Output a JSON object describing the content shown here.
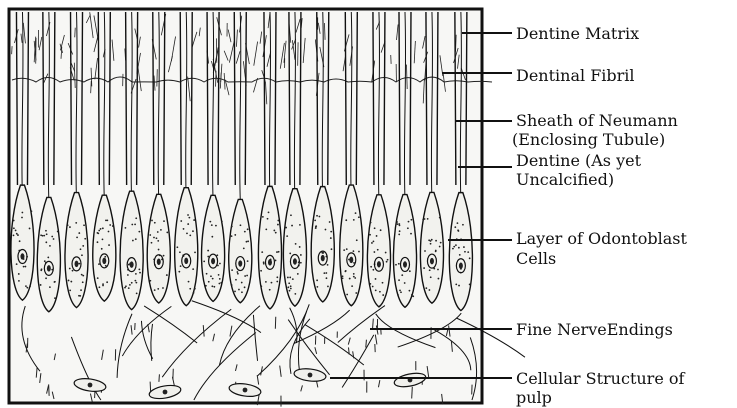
{
  "figure": {
    "labels": [
      {
        "id": "dentine-matrix",
        "lines": [
          "Dentine Matrix"
        ]
      },
      {
        "id": "dentinal-fibril",
        "lines": [
          "Dentinal Fibril"
        ]
      },
      {
        "id": "sheath-of-neumann",
        "lines": [
          "Sheath of Neumann",
          "(Enclosing Tubule)"
        ]
      },
      {
        "id": "dentine-uncalcified",
        "lines": [
          "Dentine (As yet",
          "Uncalcified)"
        ]
      },
      {
        "id": "odontoblast-layer",
        "lines": [
          "Layer of Odontoblast",
          "Cells"
        ]
      },
      {
        "id": "fine-nerve-endings",
        "lines": [
          "Fine NerveEndings"
        ]
      },
      {
        "id": "cellular-structure-pulp",
        "lines": [
          "Cellular Structure of",
          "pulp"
        ]
      }
    ]
  }
}
